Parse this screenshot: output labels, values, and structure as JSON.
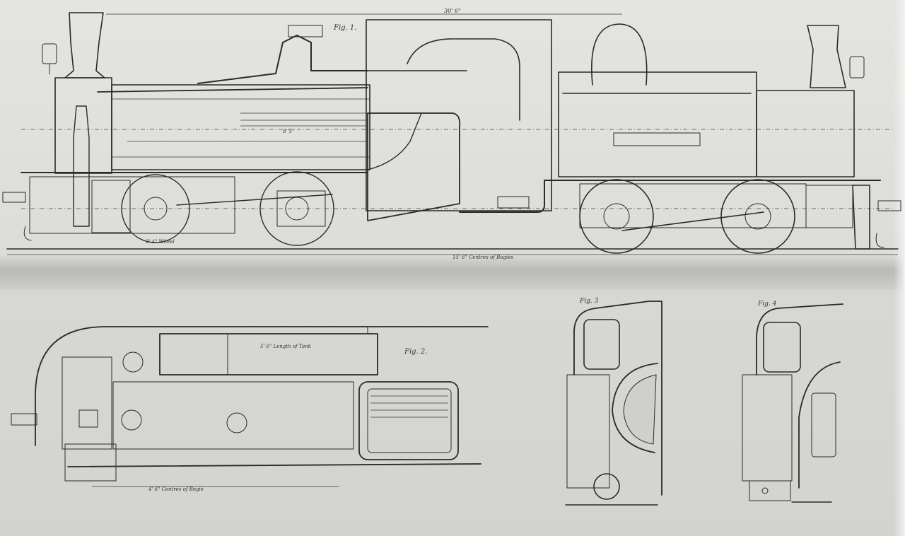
{
  "figure_labels": {
    "fig1": "Fig. 1.",
    "fig2": "Fig. 2.",
    "fig3": "Fig. 3",
    "fig4": "Fig. 4"
  },
  "dimension_labels": {
    "overall_length": "30' 6\"",
    "wheel_dia": "2' 4\" Wheel",
    "centres_of_bogies": "15' 6\" Centres of Bogies",
    "barrel_length": "8' 5\"",
    "tank_length": "5' 6\" Length of Tank",
    "bogie_centres_plan": "4' 6\" Centres of Bogie"
  },
  "colors": {
    "paper": "#dcdcd9",
    "ink": "#2a2a2a"
  }
}
